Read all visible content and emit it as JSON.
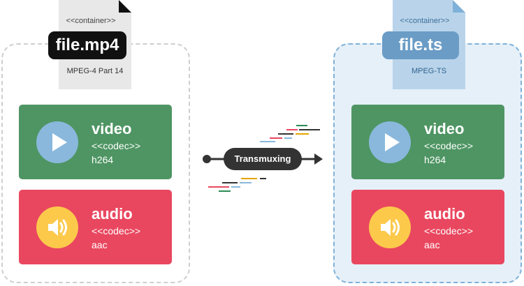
{
  "source": {
    "stereotype": "<<container>>",
    "filename": "file.mp4",
    "format": "MPEG-4 Part 14"
  },
  "target": {
    "stereotype": "<<container>>",
    "filename": "file.ts",
    "format": "MPEG-TS"
  },
  "streams": {
    "video": {
      "title": "video",
      "kind": "<<codec>>",
      "codec": "h264"
    },
    "audio": {
      "title": "audio",
      "kind": "<<codec>>",
      "codec": "aac"
    }
  },
  "process": {
    "label": "Transmuxing"
  },
  "colors": {
    "video": "#4e9563",
    "audio": "#e9475f",
    "play_circle": "#8ab8dc",
    "speaker_circle": "#fcc94b",
    "target_accent": "#6a9cc6"
  },
  "icons": {
    "video": "play-icon",
    "audio": "speaker-icon"
  }
}
